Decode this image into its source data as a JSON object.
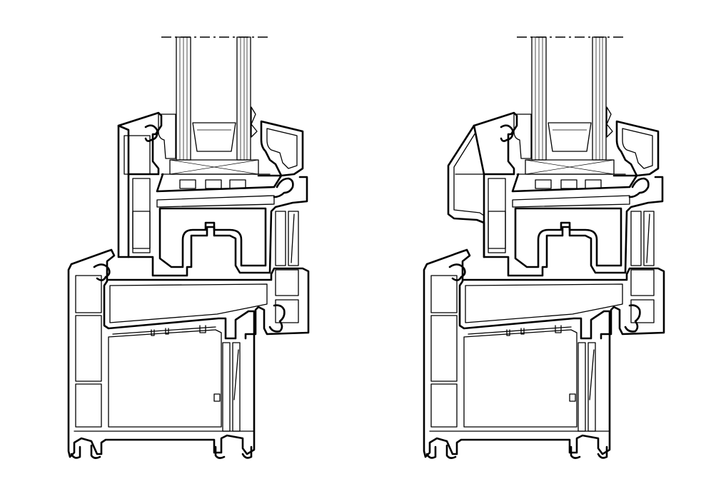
{
  "drawing": {
    "description_visible_text": "",
    "colors": {
      "line": "#000000",
      "background": "#ffffff"
    },
    "sections": [
      {
        "id": "left",
        "variant": "standard-sash"
      },
      {
        "id": "right",
        "variant": "bevelled-sash"
      }
    ]
  }
}
